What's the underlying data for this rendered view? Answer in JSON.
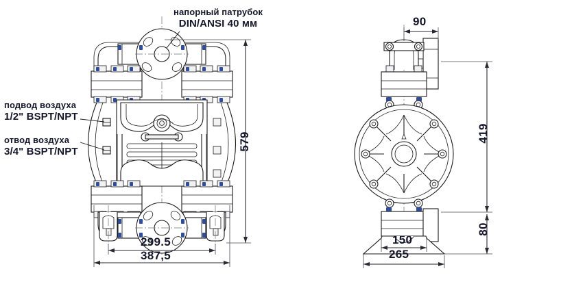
{
  "drawing": {
    "title_semantics": "aodd-pump-dimension-drawing",
    "views": {
      "front": {
        "name": "front-view"
      },
      "side": {
        "name": "side-view"
      }
    }
  },
  "annotations": {
    "discharge": {
      "line1": "напорный патрубок",
      "line2_prefix": "DIN/ANSI ",
      "line2_value": "40",
      "line2_unit": " мм",
      "line2": "DIN/ANSI 40 мм"
    },
    "air_inlet": {
      "line1": "подвод воздуха",
      "line2": "1/2\" BSPT/NPT"
    },
    "air_exhaust": {
      "line1": "отвод воздуха",
      "line2": "3/4\" BSPT/NPT"
    }
  },
  "dimensions": {
    "front": {
      "height_overall": "579",
      "width_feet": "299.5",
      "width_overall": "387,5"
    },
    "side": {
      "top_plate_width": "90",
      "height_to_base": "419",
      "base_height": "80",
      "base_inner_width": "150",
      "base_outer_width": "265"
    }
  },
  "colors": {
    "line": "#1a1a1a",
    "center_line": "#6f6f7a",
    "text": "#15152a",
    "accent_fastener": "#2f4d9b",
    "background": "#ffffff"
  }
}
